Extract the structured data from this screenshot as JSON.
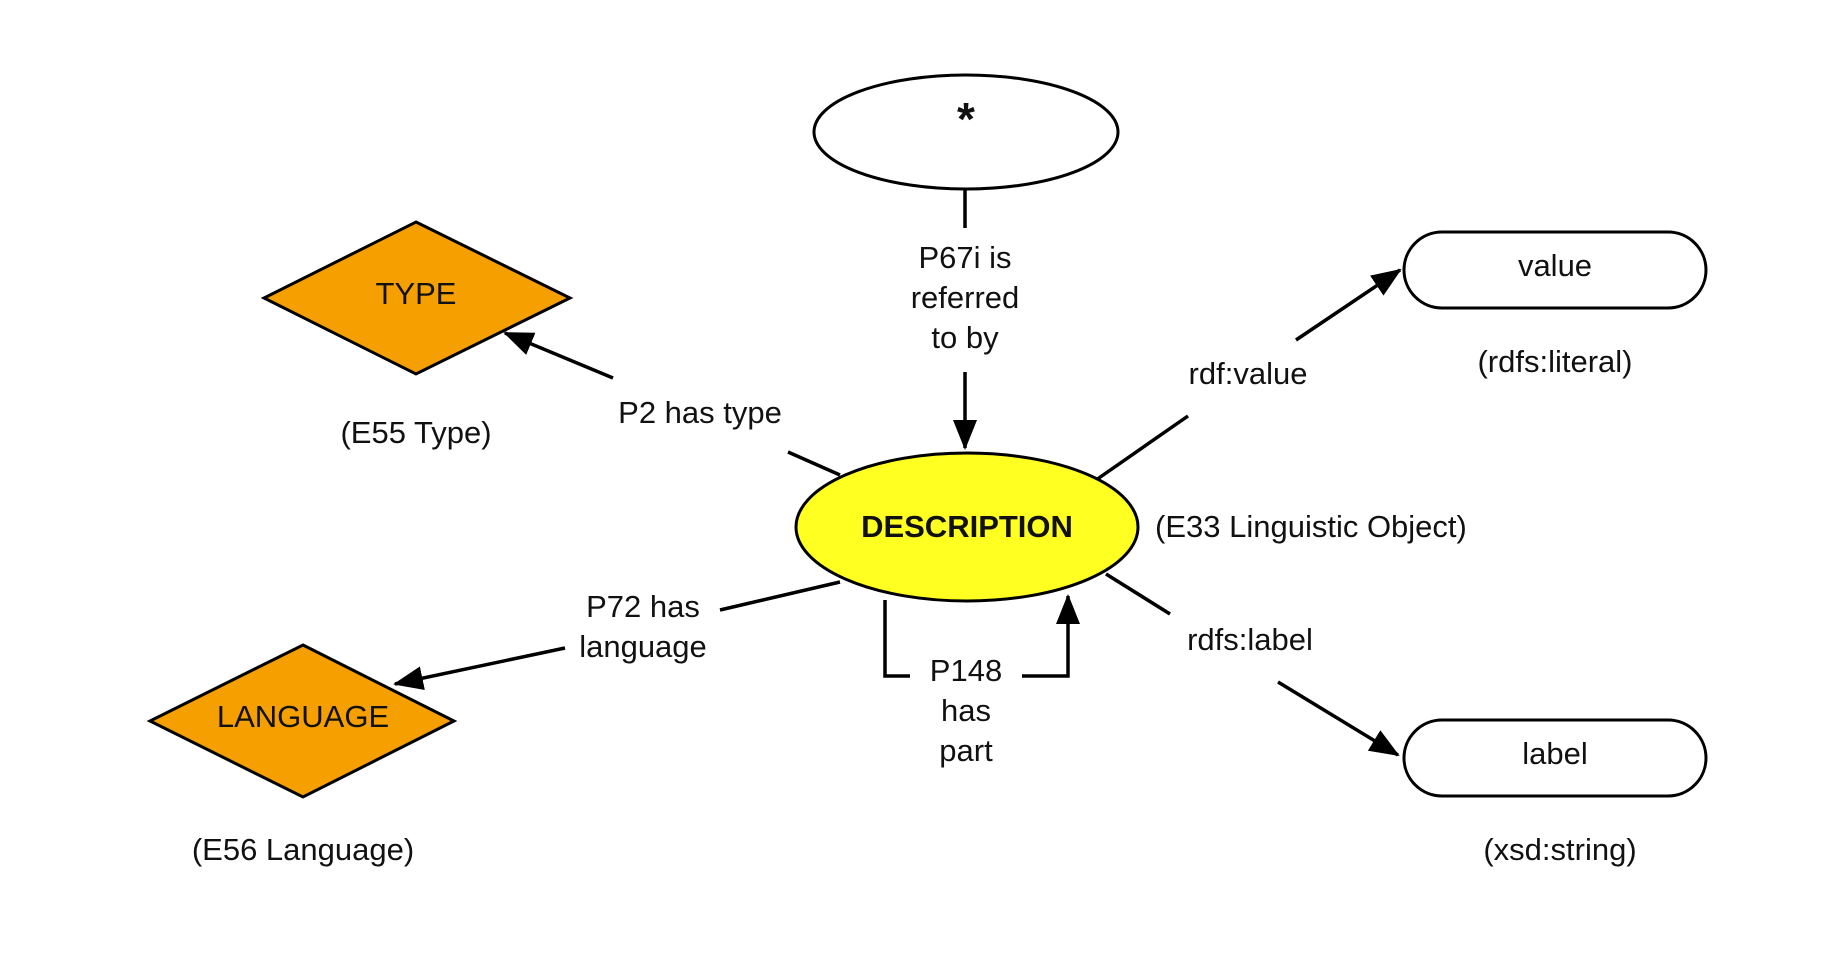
{
  "colors": {
    "center_fill": "#ffff22",
    "type_fill": "#f5a000",
    "outline": "#000000",
    "literal_fill": "#ffffff"
  },
  "nodes": {
    "star": {
      "label": "*"
    },
    "center": {
      "label": "DESCRIPTION",
      "class_label": "(E33 Linguistic Object)"
    },
    "type": {
      "label": "TYPE",
      "class_label": "(E55 Type)"
    },
    "language": {
      "label": "LANGUAGE",
      "class_label": "(E56 Language)"
    },
    "value": {
      "label": "value",
      "class_label": "(rdfs:literal)"
    },
    "label": {
      "label": "label",
      "class_label": "(xsd:string)"
    }
  },
  "edges": {
    "referred_to_by": {
      "lines": [
        "P67i is",
        "referred",
        "to by"
      ]
    },
    "has_type": {
      "label": "P2 has type"
    },
    "has_language": {
      "lines": [
        "P72 has",
        "language"
      ]
    },
    "has_part": {
      "lines": [
        "P148",
        "has",
        "part"
      ]
    },
    "rdf_value": {
      "label": "rdf:value"
    },
    "rdfs_label": {
      "label": "rdfs:label"
    }
  }
}
